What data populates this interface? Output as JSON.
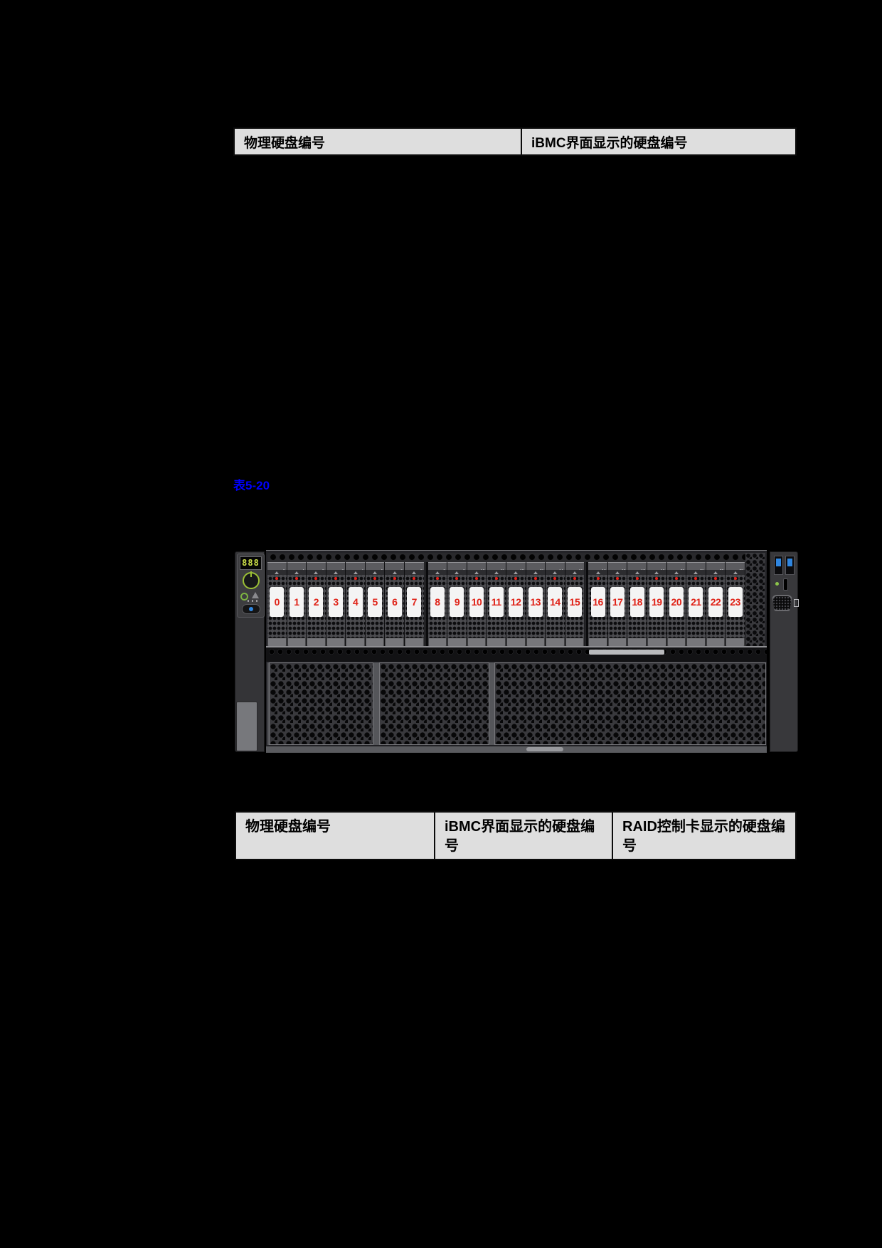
{
  "page": {
    "background": "#000000"
  },
  "top_table": {
    "col1": "物理硬盘编号",
    "col2": "iBMC界面显示的硬盘编号"
  },
  "caption": {
    "text": "表5-20"
  },
  "server": {
    "led_display": "888",
    "drive_numbers": [
      "0",
      "1",
      "2",
      "3",
      "4",
      "5",
      "6",
      "7",
      "8",
      "9",
      "10",
      "11",
      "12",
      "13",
      "14",
      "15",
      "16",
      "17",
      "18",
      "19",
      "20",
      "21",
      "22",
      "23"
    ],
    "drive_number_color": "#e02318",
    "usb_accent": "#2f86e0",
    "power_accent": "#9bbf35",
    "icons": [
      "led-display",
      "power-button",
      "health-icon",
      "alarm-icon",
      "uid-button",
      "usb3-port",
      "status-led",
      "pinhole-slot",
      "vga-port"
    ]
  },
  "bottom_table": {
    "col1": "物理硬盘编号",
    "col2": "iBMC界面显示的硬盘编号",
    "col3": "RAID控制卡显示的硬盘编号"
  }
}
